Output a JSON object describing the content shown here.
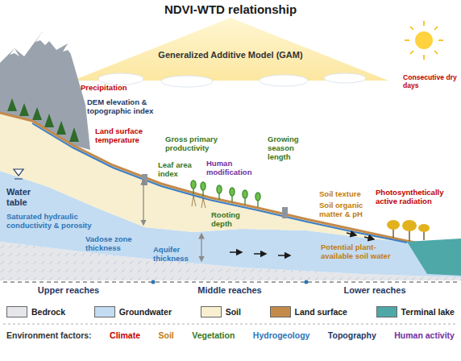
{
  "diagram": {
    "title": "NDVI-WTD relationship",
    "labels": [
      "Generalized Additive Model (GAM)",
      "Precipitation",
      "Consecutive dry days",
      "DEM elevation & topographic index",
      "Land surface temperature",
      "Gross primary productivity",
      "Growing season length",
      "Leaf area index",
      "Human modification",
      "Water table",
      "Soil texture",
      "Photosynthetically active radiation",
      "Soil organic matter & pH",
      "Saturated hydraulic conductivity & porosity",
      "Rooting depth",
      "Vadose zone thickness",
      "Potential plant-available soil water",
      "Aquifer thickness",
      "Upper reaches",
      "Middle reaches",
      "Lower reaches",
      "Environment factors:",
      "Climate",
      "Soil",
      "Vegetation",
      "Hydrogeology",
      "Topography",
      "Human activity"
    ],
    "legend": [
      {
        "text": "Bedrock",
        "color": "#e4e6ea"
      },
      {
        "text": "Groundwater",
        "color": "#c3dcf2"
      },
      {
        "text": "Soil",
        "color": "#f7efcf"
      },
      {
        "text": "Land surface",
        "color": "#c48a4a"
      },
      {
        "text": "Terminal lake",
        "color": "#4fa8a8"
      }
    ]
  }
}
